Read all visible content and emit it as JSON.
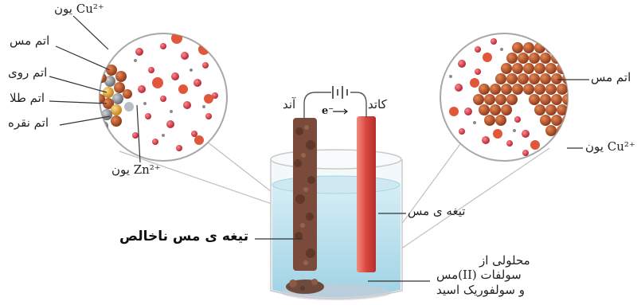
{
  "labels": {
    "cu_ion_left": "یون Cu²⁺",
    "copper_atom_left": "اتم مس",
    "zinc_atom": "اتم روی",
    "gold_atom": "اتم طلا",
    "silver_atom": "اتم نقره",
    "zn_ion": "یون Zn²⁺",
    "anode": "آند",
    "cathode": "کاتد",
    "electron": "e⁻",
    "copper_atom_right": "اتم مس",
    "cu_ion_right": "یون Cu²⁺",
    "pure_copper_plate": "تیغه ی مس",
    "impure_copper_plate": "تیغه ی مس ناخالص",
    "solution_line1": "محلولی از",
    "solution_line2": "مس(II) سولفات",
    "solution_line3": "و سولفوریک اسید"
  },
  "colors": {
    "copper": "#b5522a",
    "copper_light": "#d9743f",
    "ion_red": "#d63a4a",
    "zinc": "#8a8f96",
    "gold": "#e0a030",
    "silver": "#b8bcc4",
    "solution": "#bfe3ef",
    "impure_plate": "#7a4a3a",
    "pure_plate": "#d9473f"
  }
}
